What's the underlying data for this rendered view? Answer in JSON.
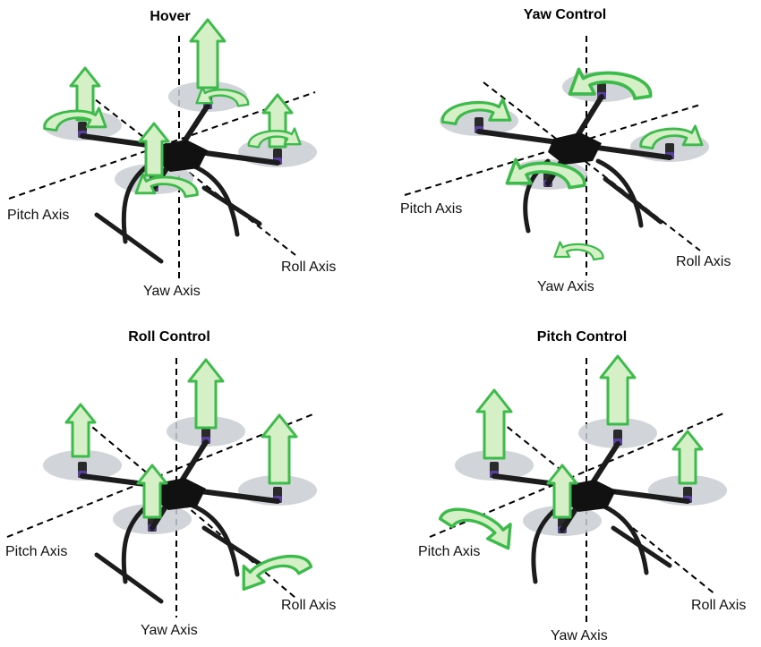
{
  "panels": {
    "hover": {
      "title": "Hover",
      "pitch_axis": "Pitch Axis",
      "roll_axis": "Roll Axis",
      "yaw_axis": "Yaw Axis"
    },
    "yaw": {
      "title": "Yaw Control",
      "pitch_axis": "Pitch Axis",
      "roll_axis": "Roll Axis",
      "yaw_axis": "Yaw Axis"
    },
    "roll": {
      "title": "Roll Control",
      "pitch_axis": "Pitch Axis",
      "roll_axis": "Roll Axis",
      "yaw_axis": "Yaw Axis"
    },
    "pitch": {
      "title": "Pitch Control",
      "pitch_axis": "Pitch Axis",
      "roll_axis": "Roll Axis",
      "yaw_axis": "Yaw Axis"
    }
  },
  "colors": {
    "arrow_fill": "#d5efc7",
    "arrow_stroke": "#3dbb4a",
    "frame": "#1c1c1c",
    "rotor_disc": "#c9cdd2",
    "motor_accent": "#5a3f9e",
    "axis_line": "#000000"
  }
}
